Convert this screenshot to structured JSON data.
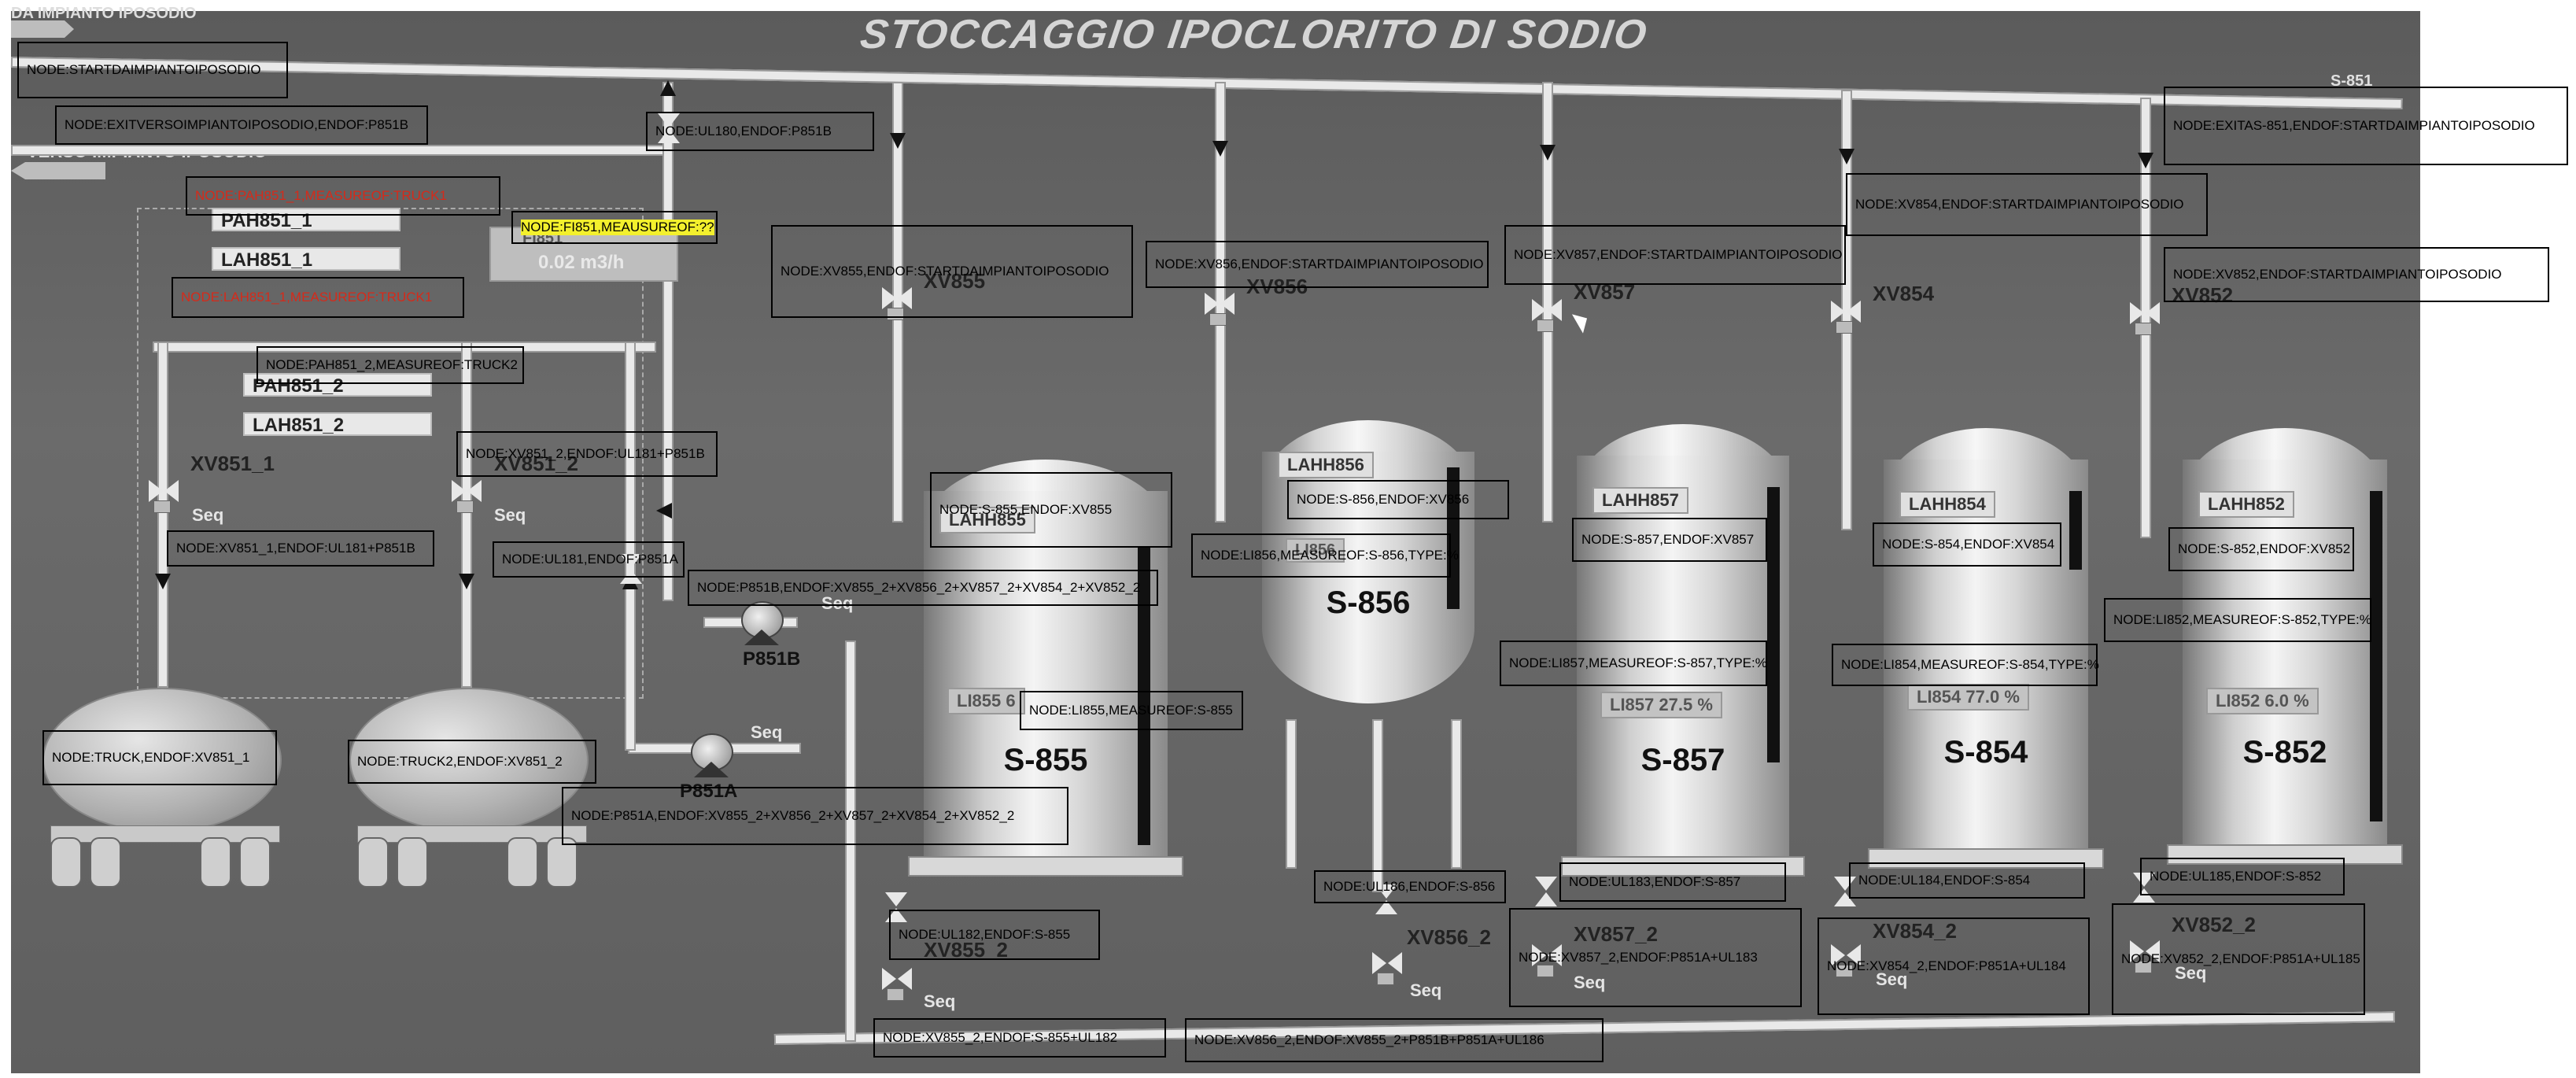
{
  "title": "STOCCAGGIO IPOCLORITO DI SODIO",
  "header_left": {
    "da_label": "DA IMPIANTO IPOSODIO",
    "verso_label": "VERSO IMPIANTO IPOSODIO",
    "top_right_label": "S-851"
  },
  "tags": {
    "pah851_1": "PAH851_1",
    "lah851_1": "LAH851_1",
    "pah851_2": "PAH851_2",
    "lah851_2": "LAH851_2",
    "fi851": "FI851",
    "fi851_value": "0.02 m3/h"
  },
  "valves": {
    "xv855": "XV855",
    "xv856": "XV856",
    "xv857": "XV857",
    "xv854": "XV854",
    "xv852": "XV852",
    "xv851_1": "XV851_1",
    "xv851_2": "XV851_2",
    "xv855_2": "XV855_2",
    "xv856_2": "XV856_2",
    "xv857_2": "XV857_2",
    "xv854_2": "XV854_2",
    "xv852_2": "XV852_2"
  },
  "seq_label": "Seq",
  "pumps": {
    "p851a": "P851A",
    "p851b": "P851B"
  },
  "vessels": [
    {
      "name": "S-855",
      "lahh": "LAHH855",
      "li": "LI855",
      "li_value": "6",
      "level_pct": 0.55
    },
    {
      "name": "S-856",
      "lahh": "LAHH856",
      "li": "LI856",
      "li_value": "",
      "level_pct": 0.55
    },
    {
      "name": "S-857",
      "lahh": "LAHH857",
      "li": "LI857",
      "li_value": "27.5 %",
      "level_pct": 0.275
    },
    {
      "name": "S-854",
      "lahh": "LAHH854",
      "li": "LI854",
      "li_value": "77.0 %",
      "level_pct": 0.77
    },
    {
      "name": "S-852",
      "lahh": "LAHH852",
      "li": "LI852",
      "li_value": "6.0 %",
      "level_pct": 0.06
    }
  ],
  "annotations": [
    "NODE:STARTDAIMPIANTOIPOSODIO",
    "NODE:EXITVERSOIMPIANTOIPOSODIO,ENDOF:P851B",
    "NODE:UL180,ENDOF:P851B",
    "NODE:EXITAS-851,ENDOF:STARTDAIMPIANTOIPOSODIO",
    "NODE:PAH851_1,MEASUREOF:TRUCK1",
    "NODE:FI851,MEAUSUREOF:??",
    "NODE:XV855,ENDOF:STARTDAIMPIANTOIPOSODIO",
    "NODE:XV856,ENDOF:STARTDAIMPIANTOIPOSODIO",
    "NODE:XV857,ENDOF:STARTDAIMPIANTOIPOSODIO",
    "NODE:XV854,ENDOF:STARTDAIMPIANTOIPOSODIO",
    "NODE:XV852,ENDOF:STARTDAIMPIANTOIPOSODIO",
    "NODE:LAH851_1,MEASUREOF:TRUCK1",
    "NODE:PAH851_2,MEASUREOF:TRUCK2",
    "NODE:XV851_2,ENDOF:UL181+P851B",
    "NODE:S-855,ENDOF:XV855",
    "NODE:S-856,ENDOF:XV856",
    "NODE:S-857,ENDOF:XV857",
    "NODE:S-854,ENDOF:XV854",
    "NODE:S-852,ENDOF:XV852",
    "NODE:XV851_1,ENDOF:UL181+P851B",
    "NODE:UL181,ENDOF:P851A",
    "NODE:LI856,MEASUREOF:S-856,TYPE:%",
    "NODE:P851B,ENDOF:XV855_2+XV856_2+XV857_2+XV854_2+XV852_2",
    "NODE:LI852,MEASUREOF:S-852,TYPE:%",
    "NODE:LI857,MEASUREOF:S-857,TYPE:%",
    "NODE:LI854,MEASUREOF:S-854,TYPE:%",
    "NODE:LI855,MEASUREOF:S-855",
    "NODE:TRUCK,ENDOF:XV851_1",
    "NODE:TRUCK2,ENDOF:XV851_2",
    "NODE:P851A,ENDOF:XV855_2+XV856_2+XV857_2+XV854_2+XV852_2",
    "NODE:UL186,ENDOF:S-856",
    "NODE:UL183,ENDOF:S-857",
    "NODE:UL184,ENDOF:S-854",
    "NODE:UL185,ENDOF:S-852",
    "NODE:UL182,ENDOF:S-855",
    "NODE:XV857_2,ENDOF:P851A+UL183",
    "NODE:XV854_2,ENDOF:P851A+UL184",
    "NODE:XV852_2,ENDOF:P851A+UL185",
    "NODE:XV855_2,ENDOF:S-855+UL182",
    "NODE:XV856_2,ENDOF:XV855_2+P851B+P851A+UL186"
  ]
}
